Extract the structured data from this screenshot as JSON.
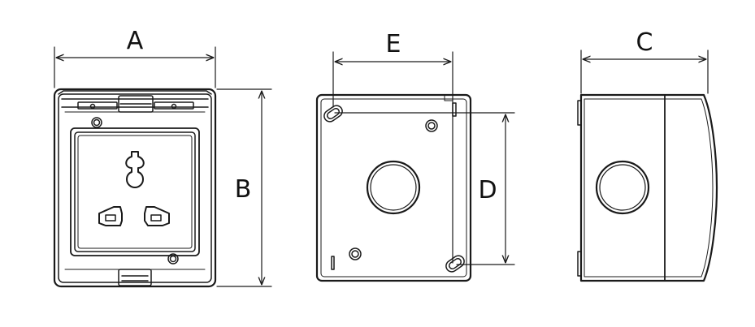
{
  "colors": {
    "stroke": "#1a1a1a",
    "background": "#ffffff"
  },
  "dimensions": {
    "A": "A",
    "B": "B",
    "C": "C",
    "D": "D",
    "E": "E"
  },
  "views": {
    "front": {
      "icon": "universal-socket-icon"
    },
    "back": {
      "icon": "mounting-box-icon"
    },
    "side": {
      "icon": "side-profile-icon"
    }
  }
}
